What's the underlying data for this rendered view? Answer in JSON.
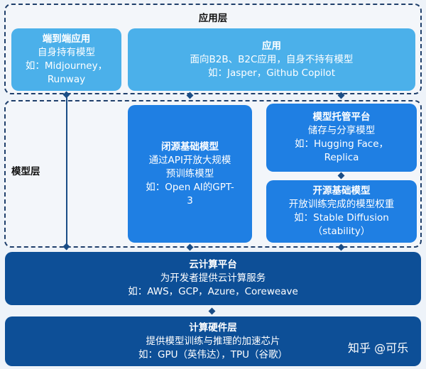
{
  "application_layer": {
    "label": "应用层",
    "end_to_end": {
      "title": "端到端应用",
      "lines": [
        "自身持有模型",
        "如：Midjourney，",
        "Runway"
      ]
    },
    "apps": {
      "title": "应用",
      "lines": [
        "面向B2B、B2C应用，自身不持有模型",
        "如：Jasper，Github Copilot"
      ]
    }
  },
  "model_layer": {
    "label": "模型层",
    "closed_source": {
      "title": "闭源基础模型",
      "lines": [
        "通过API开放大规模",
        "预训练模型",
        "如：Open AI的GPT-",
        "3"
      ]
    },
    "hosting": {
      "title": "模型托管平台",
      "lines": [
        "储存与分享模型",
        "如：Hugging Face，",
        "Replica"
      ]
    },
    "open_source": {
      "title": "开源基础模型",
      "lines": [
        "开放训练完成的模型权重",
        "如：Stable Diffusion",
        "（stability）"
      ]
    }
  },
  "cloud": {
    "title": "云计算平台",
    "lines": [
      "为开发者提供云计算服务",
      "如：AWS，GCP，Azure，Coreweave"
    ]
  },
  "hardware": {
    "title": "计算硬件层",
    "lines": [
      "提供模型训练与推理的加速芯片",
      "如：GPU（英伟达），TPU（谷歌）"
    ]
  },
  "watermark": "知乎 @可乐",
  "colors": {
    "app_box": "#4bb0ea",
    "model_box": "#1f7fe3",
    "infra_box": "#0d4f97",
    "dash_border": "#1f3f6b",
    "background": "#eef3f9"
  }
}
